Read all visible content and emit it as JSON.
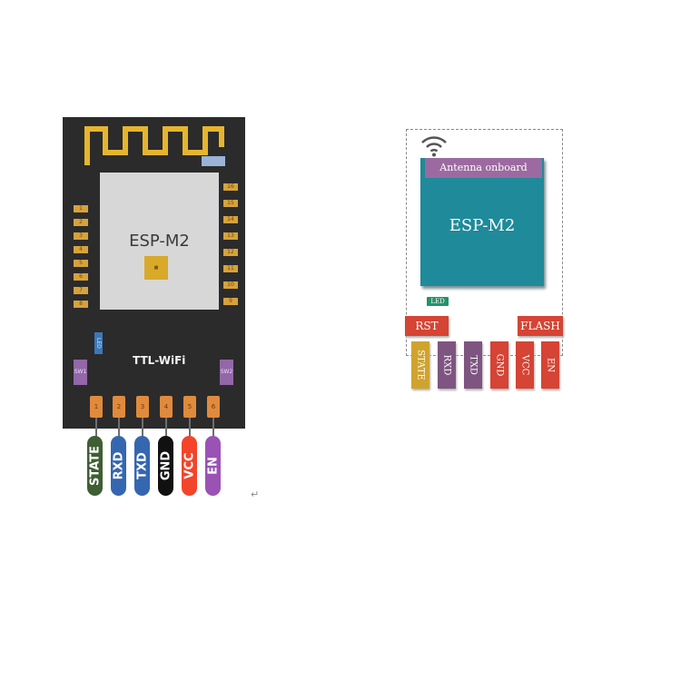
{
  "left_board": {
    "module_title": "ESP-M2",
    "chip_label": "■",
    "brand": "TTL-WiFi",
    "led_label": "LED",
    "switch_left": "SW1",
    "switch_right": "SW2",
    "left_pads": [
      "1",
      "2",
      "3",
      "4",
      "5",
      "6",
      "7",
      "8"
    ],
    "right_pads": [
      "16",
      "15",
      "14",
      "13",
      "12",
      "11",
      "10",
      "9"
    ],
    "pins": [
      {
        "number": "1",
        "label": "STATE",
        "color": "#3f5e34"
      },
      {
        "number": "2",
        "label": "RXD",
        "color": "#3567b0"
      },
      {
        "number": "3",
        "label": "TXD",
        "color": "#3567b0"
      },
      {
        "number": "4",
        "label": "GND",
        "color": "#111111"
      },
      {
        "number": "5",
        "label": "VCC",
        "color": "#f2452a"
      },
      {
        "number": "6",
        "label": "EN",
        "color": "#9a52b5"
      }
    ],
    "return_mark": "↵"
  },
  "schematic": {
    "antenna_label": "Antenna onboard",
    "module_title": "ESP-M2",
    "led_label": "LED",
    "rst_label": "RST",
    "flash_label": "FLASH",
    "pins": [
      {
        "label": "STATE",
        "color": "#cfa32e"
      },
      {
        "label": "RXD",
        "color": "#7e5580"
      },
      {
        "label": "TXD",
        "color": "#7e5580"
      },
      {
        "label": "GND",
        "color": "#d54434"
      },
      {
        "label": "VCC",
        "color": "#d54434"
      },
      {
        "label": "EN",
        "color": "#d54434"
      }
    ]
  }
}
